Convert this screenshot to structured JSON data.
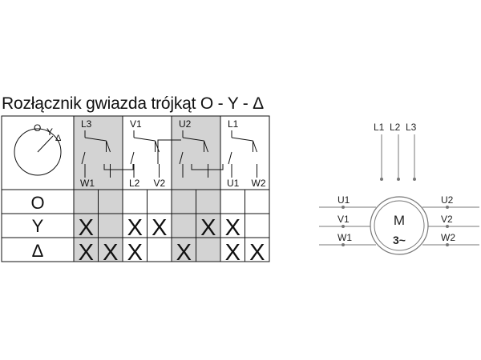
{
  "title": "Rozłącznik gwiazda trójkąt  O - Y - Δ",
  "dial": {
    "o": "O",
    "y": "Y",
    "d": "Δ"
  },
  "columns": [
    {
      "top": "L3",
      "bottom": "W1",
      "shaded": true
    },
    {
      "top": "",
      "bottom": "",
      "shaded": true
    },
    {
      "top": "V1",
      "bottom": "L2",
      "shaded": false
    },
    {
      "top": "",
      "bottom": "V2",
      "shaded": false
    },
    {
      "top": "U2",
      "bottom": "",
      "shaded": true
    },
    {
      "top": "",
      "bottom": "",
      "shaded": true
    },
    {
      "top": "L1",
      "bottom": "U1",
      "shaded": false
    },
    {
      "top": "",
      "bottom": "W2",
      "shaded": false
    }
  ],
  "rows": [
    {
      "label": "O",
      "marks": [
        false,
        false,
        false,
        false,
        false,
        false,
        false,
        false
      ]
    },
    {
      "label": "Y",
      "marks": [
        true,
        false,
        true,
        true,
        false,
        true,
        true,
        false
      ]
    },
    {
      "label": "Δ",
      "marks": [
        true,
        true,
        true,
        false,
        true,
        false,
        true,
        true
      ]
    }
  ],
  "mark_char": "X",
  "supply": [
    "L1",
    "L2",
    "L3"
  ],
  "motor": {
    "left": [
      "U1",
      "V1",
      "W1"
    ],
    "right": [
      "U2",
      "V2",
      "W2"
    ],
    "letter": "M",
    "phase": "3~"
  },
  "colors": {
    "shade": "#d3d3d3",
    "line": "#111111",
    "diagram": "#777777"
  }
}
